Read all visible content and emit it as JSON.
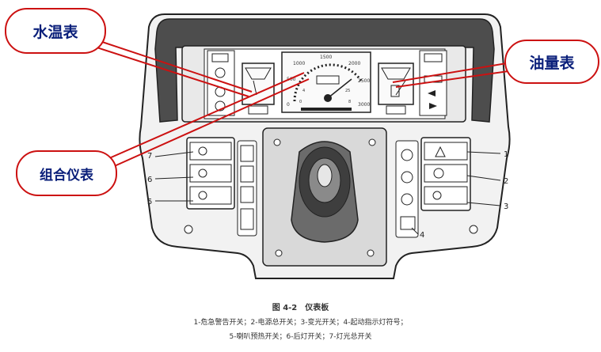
{
  "callouts": {
    "water_temp": "水温表",
    "fuel": "油量表",
    "combo": "组合仪表"
  },
  "part_numbers": {
    "n1": "1",
    "n2": "2",
    "n3": "3",
    "n4": "4",
    "n5": "5",
    "n6": "6",
    "n7": "7"
  },
  "gauge": {
    "tick_1000": "1000",
    "tick_1500": "1500",
    "tick_2000": "2000",
    "tick_500": "500",
    "tick_2500": "2500",
    "tick_0": "0",
    "tick_3000": "3000",
    "inner_0": "0",
    "inner_4": "4",
    "inner_25": "25",
    "inner_8": "8"
  },
  "caption": {
    "title": "图 4-2　仪表板",
    "line1": "1-危急警告开关；2-电源总开关；3-变光开关；4-起动指示灯符号；",
    "line2": "5-喇叭预热开关；6-后灯开关；7-灯光总开关"
  },
  "colors": {
    "callout_border": "#cc1111",
    "callout_text": "#0a1f7a",
    "leader_line": "#cc1111"
  }
}
